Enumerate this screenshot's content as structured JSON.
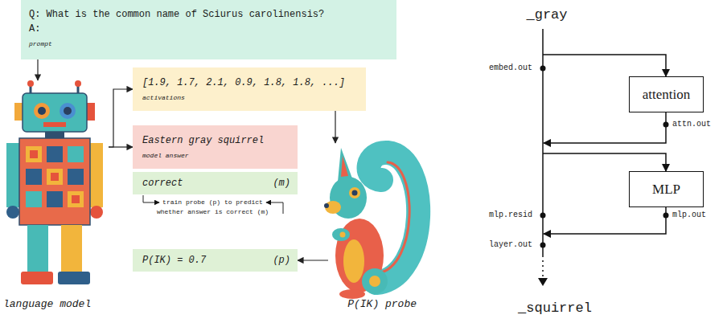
{
  "diagram": {
    "nodes": [
      {
        "text": [
          "Q: What is the common name of Sciurus carolinensis?",
          "A:",
          "prompt"
        ]
      },
      {
        "text": [
          "language model"
        ]
      },
      {
        "text": [
          "[1.9, 1.7, 2.1, 0.9, 1.8, 1.8, ...]",
          "activations"
        ]
      },
      {
        "text": [
          "Eastern gray squirrel",
          "model answer"
        ]
      },
      {
        "text": [
          "correct",
          "(m)"
        ]
      },
      {
        "text": [
          "P(IK) = 0.7",
          "(p)"
        ]
      },
      {
        "text": [
          "P(IK) probe"
        ]
      },
      {
        "text": [
          "attention"
        ]
      },
      {
        "text": [
          "MLP"
        ]
      }
    ],
    "edges": [
      {
        "from": 0,
        "to": 1,
        "arrow": "to"
      },
      {
        "from": 1,
        "to": 2,
        "arrow": "to"
      },
      {
        "from": 1,
        "to": 3,
        "arrow": "to"
      },
      {
        "from": 2,
        "to": 6,
        "arrow": "to"
      },
      {
        "from": 6,
        "to": 5,
        "arrow": "to"
      }
    ],
    "labels": [
      "train probe (p) to predict whether answer is correct (m)",
      "_gray",
      "embed.out",
      "attn.out",
      "mlp.resid",
      "mlp.out",
      "layer.out",
      "_squirrel"
    ]
  }
}
